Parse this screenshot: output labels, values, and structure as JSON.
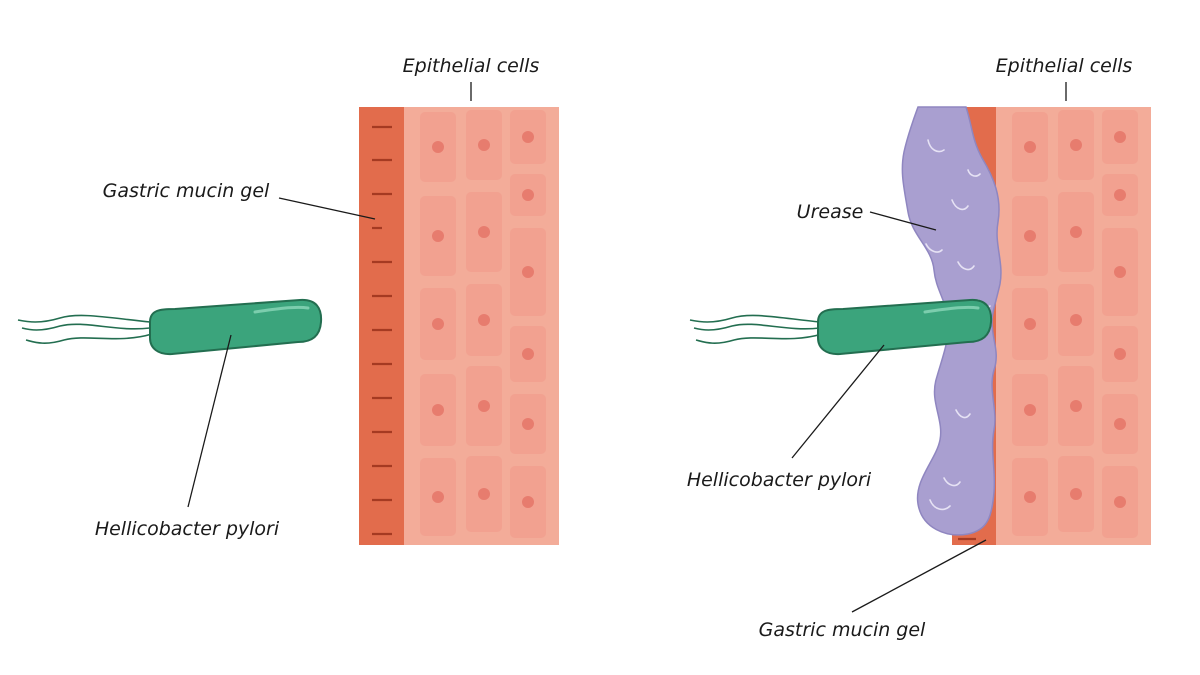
{
  "diagram": {
    "left_panel": {
      "labels": {
        "epithelial": "Epithelial cells",
        "mucin": "Gastric mucin gel",
        "bacterium": "Hellicobacter pylori"
      }
    },
    "right_panel": {
      "labels": {
        "epithelial": "Epithelial cells",
        "urease": "Urease",
        "bacterium": "Hellicobacter pylori",
        "mucin": "Gastric mucin gel"
      }
    },
    "colors": {
      "background": "#ffffff",
      "epithelium": "#f3ac99",
      "cell": "#f2a190",
      "nucleus": "#e77c6e",
      "mucin_gel": "#e26c4c",
      "mucin_mark": "#a53a22",
      "bacterium": "#3ba47c",
      "bacterium_outline": "#236e50",
      "urease": "#a99fd0",
      "urease_outline": "#8f86c0",
      "text": "#1a1a1a"
    }
  }
}
